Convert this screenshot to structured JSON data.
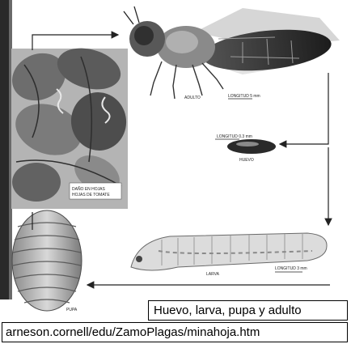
{
  "labels": {
    "adult": "ADULTO",
    "adult_scale": "LONGITUD 5 mm",
    "egg_scale": "LONGITUD 0.3 mm",
    "egg": "HUEVO",
    "damage_line1": "DAÑO EN HOJAS",
    "damage_line2": "HOJAS DE TOMATE",
    "larva": "LARVA",
    "larva_scale": "LONGITUD 3 mm",
    "pupa": "PUPA"
  },
  "caption": "Huevo, larva, pupa y adulto",
  "source_url": "arneson.cornell/edu/ZamoPlagas/minahoja.htm",
  "colors": {
    "arrow": "#222222",
    "ink": "#1a1a1a"
  }
}
